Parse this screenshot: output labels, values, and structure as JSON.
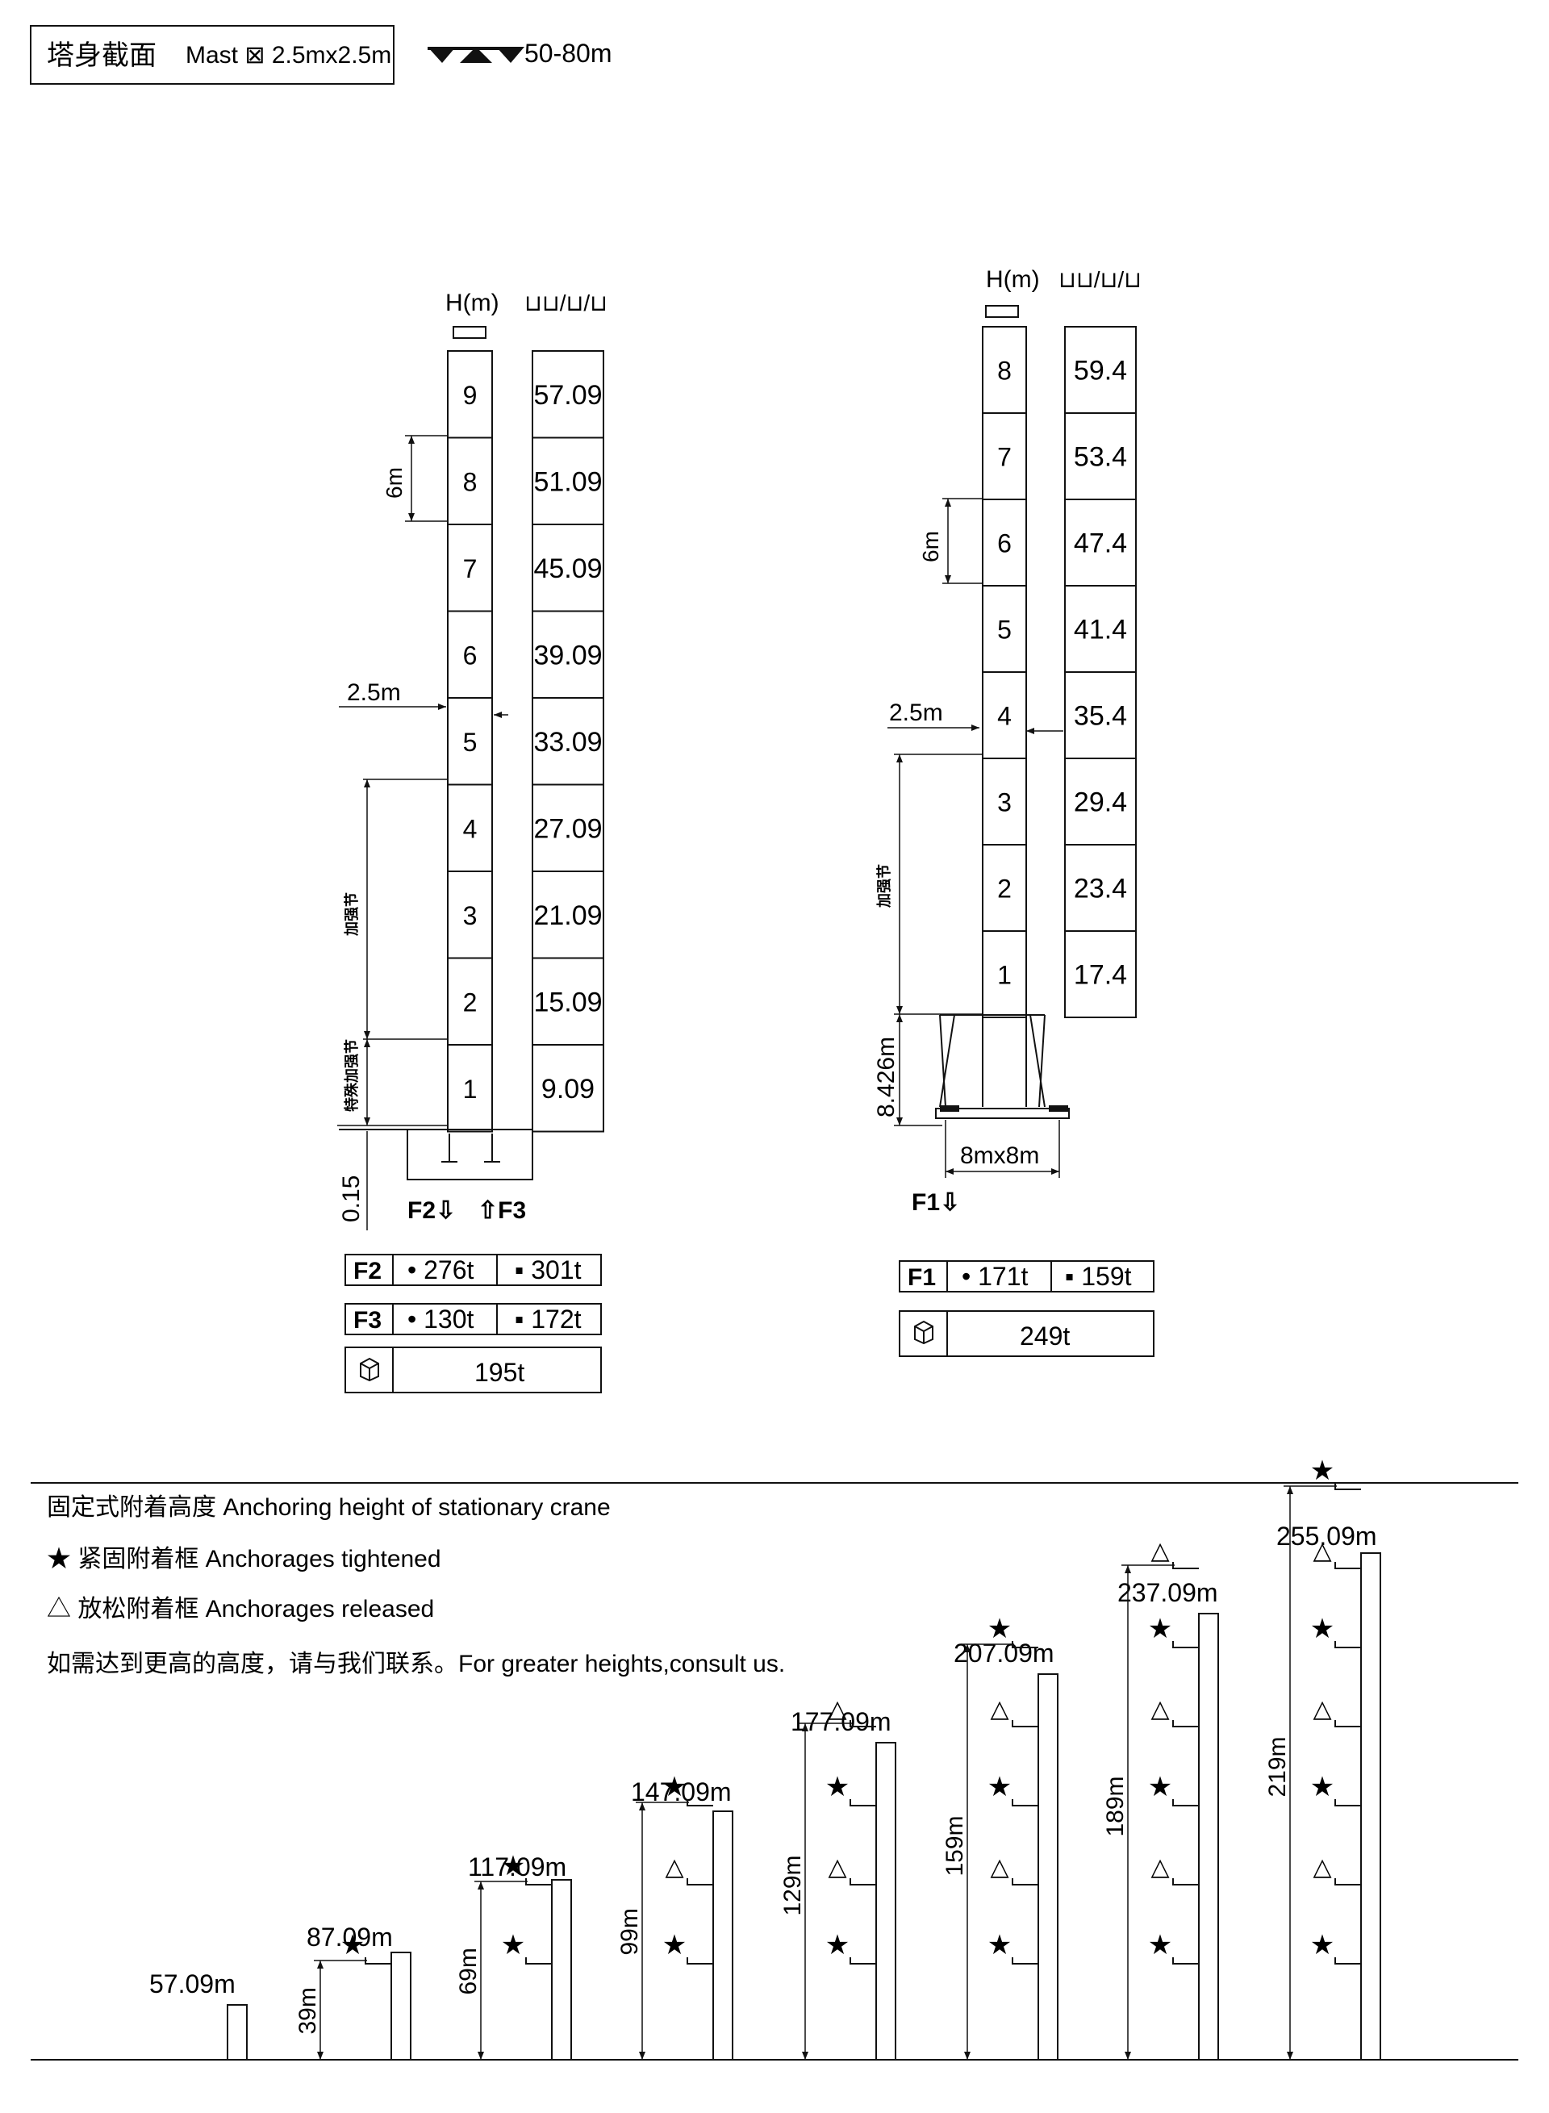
{
  "header": {
    "mast_label": "塔身截面",
    "mast_spec": "Mast ⊠ 2.5mx2.5m",
    "height_range": "50-80m"
  },
  "left_tower": {
    "h_header": "H(m)",
    "load_header": "⊔⊔/⊔/⊔",
    "sections": [
      {
        "n": "9",
        "h": "57.09"
      },
      {
        "n": "8",
        "h": "51.09"
      },
      {
        "n": "7",
        "h": "45.09"
      },
      {
        "n": "6",
        "h": "39.09"
      },
      {
        "n": "5",
        "h": "33.09"
      },
      {
        "n": "4",
        "h": "27.09"
      },
      {
        "n": "3",
        "h": "21.09"
      },
      {
        "n": "2",
        "h": "15.09"
      },
      {
        "n": "1",
        "h": "9.09"
      }
    ],
    "dim_6m": "6m",
    "dim_width": "2.5m",
    "dim_reinforced": "加强节",
    "dim_special": "特殊加强节",
    "dim_base": "0.15",
    "force_f2": "F2⇩",
    "force_f3": "⇧F3",
    "table": {
      "rows": [
        {
          "label": "F2",
          "v1": "• 276t",
          "v2": "▪ 301t"
        },
        {
          "label": "F3",
          "v1": "• 130t",
          "v2": "▪ 172t"
        }
      ],
      "weight": "195t"
    }
  },
  "right_tower": {
    "h_header": "H(m)",
    "load_header": "⊔⊔/⊔/⊔",
    "sections": [
      {
        "n": "8",
        "h": "59.4"
      },
      {
        "n": "7",
        "h": "53.4"
      },
      {
        "n": "6",
        "h": "47.4"
      },
      {
        "n": "5",
        "h": "41.4"
      },
      {
        "n": "4",
        "h": "35.4"
      },
      {
        "n": "3",
        "h": "29.4"
      },
      {
        "n": "2",
        "h": "23.4"
      },
      {
        "n": "1",
        "h": "17.4"
      }
    ],
    "dim_6m": "6m",
    "dim_width": "2.5m",
    "dim_reinforced": "加强节",
    "dim_base_h": "8.426m",
    "dim_base_w": "8mx8m",
    "force_f1": "F1⇩",
    "table": {
      "row": {
        "label": "F1",
        "v1": "• 171t",
        "v2": "▪ 159t"
      },
      "weight": "249t"
    }
  },
  "anchoring": {
    "title": "固定式附着高度  Anchoring height of stationary crane",
    "tightened": "★  紧固附着框    Anchorages tightened",
    "released": "△  放松附着框    Anchorages released",
    "note": "如需达到更高的高度，请与我们联系。For greater heights,consult us.",
    "star": "★",
    "triangle": "△",
    "masts": [
      {
        "top": "57.09m",
        "dim": ""
      },
      {
        "top": "87.09m",
        "dim": "39m"
      },
      {
        "top": "117.09m",
        "dim": "69m"
      },
      {
        "top": "147.09m",
        "dim": "99m"
      },
      {
        "top": "177.09m",
        "dim": "129m"
      },
      {
        "top": "207.09m",
        "dim": "159m"
      },
      {
        "top": "237.09m",
        "dim": "189m"
      },
      {
        "top": "255.09m",
        "dim": "219m"
      }
    ]
  }
}
